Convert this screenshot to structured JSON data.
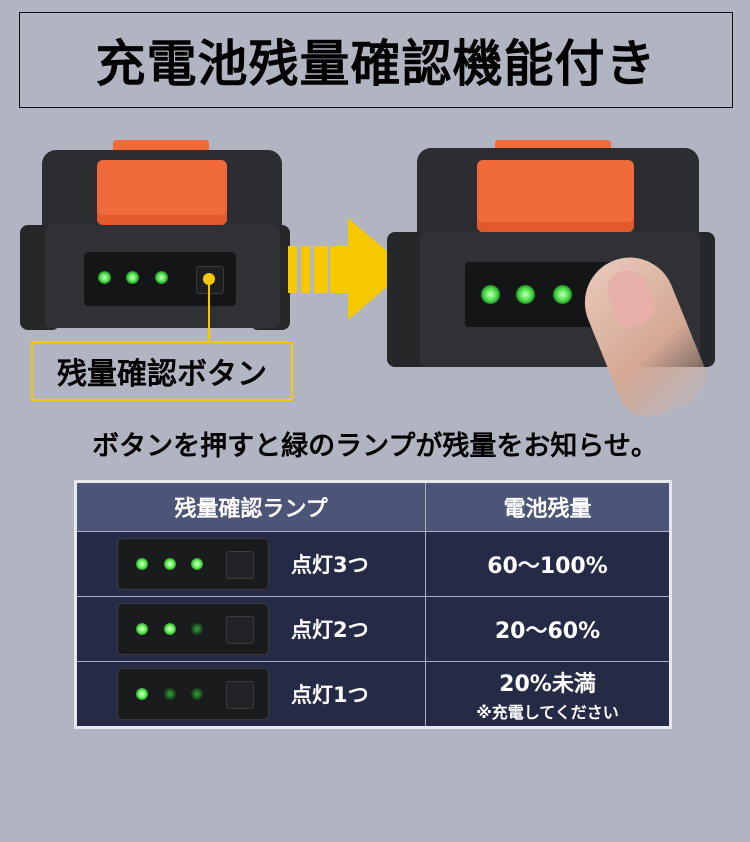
{
  "header": {
    "title": "充電池残量確認機能付き"
  },
  "callout": {
    "label": "残量確認ボタン"
  },
  "subtitle": "ボタンを押すと緑のランプが残量をお知らせ。",
  "colors": {
    "background": "#b1b5c1",
    "accent_yellow": "#f5c800",
    "latch_orange": "#f06a3a",
    "table_header": "#4c5478",
    "table_body": "#252a47",
    "led_green": "#4de04a"
  },
  "table": {
    "headers": [
      "残量確認ランプ",
      "電池残量"
    ],
    "rows": [
      {
        "lamp": "点灯3つ",
        "lit": 3,
        "level": "60〜100%",
        "note": ""
      },
      {
        "lamp": "点灯2つ",
        "lit": 2,
        "level": "20〜60%",
        "note": ""
      },
      {
        "lamp": "点灯1つ",
        "lit": 1,
        "level": "20%未満",
        "note": "※充電してください"
      }
    ]
  },
  "icons": {
    "arrow": "right-arrow-icon",
    "finger": "finger-press-icon"
  }
}
